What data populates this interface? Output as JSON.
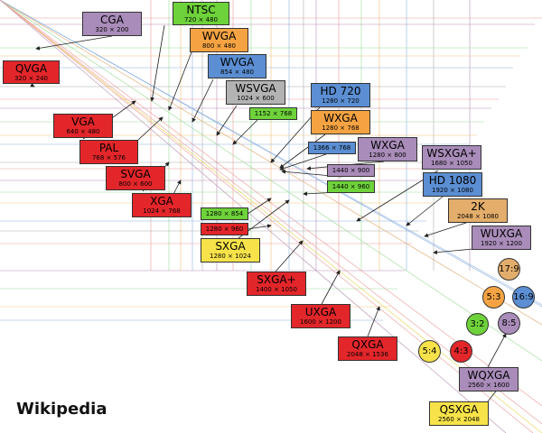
{
  "brand": "Wikipedia",
  "resolutions": [
    {
      "id": "cga",
      "name": "CGA",
      "res": "320 × 200",
      "color": "purple"
    },
    {
      "id": "qvga",
      "name": "QVGA",
      "res": "320 × 240",
      "color": "red"
    },
    {
      "id": "ntsc",
      "name": "NTSC",
      "res": "720 × 480",
      "color": "green"
    },
    {
      "id": "wvga-800",
      "name": "WVGA",
      "res": "800 × 480",
      "color": "orange"
    },
    {
      "id": "wvga-854",
      "name": "WVGA",
      "res": "854 × 480",
      "color": "blue"
    },
    {
      "id": "wsvga",
      "name": "WSVGA",
      "res": "1024 × 600",
      "color": "gray"
    },
    {
      "id": "hd720",
      "name": "HD 720",
      "res": "1280 × 720",
      "color": "blue"
    },
    {
      "id": "r1152x768",
      "name": "1152 × 768",
      "res": "",
      "color": "green"
    },
    {
      "id": "wxga-1280x768",
      "name": "WXGA",
      "res": "1280 × 768",
      "color": "orange"
    },
    {
      "id": "vga",
      "name": "VGA",
      "res": "640 × 480",
      "color": "red"
    },
    {
      "id": "r1366x768",
      "name": "1366 × 768",
      "res": "",
      "color": "blue"
    },
    {
      "id": "wxga-1280x800",
      "name": "WXGA",
      "res": "1280 × 800",
      "color": "purple"
    },
    {
      "id": "pal",
      "name": "PAL",
      "res": "768 × 576",
      "color": "red"
    },
    {
      "id": "wsxga-plus",
      "name": "WSXGA+",
      "res": "1680 × 1050",
      "color": "purple"
    },
    {
      "id": "r1440x900",
      "name": "1440 × 900",
      "res": "",
      "color": "purple"
    },
    {
      "id": "svga",
      "name": "SVGA",
      "res": "800 × 600",
      "color": "red"
    },
    {
      "id": "r1440x960",
      "name": "1440 × 960",
      "res": "",
      "color": "green"
    },
    {
      "id": "hd1080",
      "name": "HD 1080",
      "res": "1920 × 1080",
      "color": "blue"
    },
    {
      "id": "xga",
      "name": "XGA",
      "res": "1024 × 768",
      "color": "red"
    },
    {
      "id": "r1280x854",
      "name": "1280 × 854",
      "res": "",
      "color": "green"
    },
    {
      "id": "2k",
      "name": "2K",
      "res": "2048 × 1080",
      "color": "tan"
    },
    {
      "id": "r1280x960",
      "name": "1280 × 960",
      "res": "",
      "color": "red"
    },
    {
      "id": "wuxga",
      "name": "WUXGA",
      "res": "1920 × 1200",
      "color": "purple"
    },
    {
      "id": "sxga",
      "name": "SXGA",
      "res": "1280 × 1024",
      "color": "yellow"
    },
    {
      "id": "sxga-plus",
      "name": "SXGA+",
      "res": "1400 × 1050",
      "color": "red"
    },
    {
      "id": "uxga",
      "name": "UXGA",
      "res": "1600 × 1200",
      "color": "red"
    },
    {
      "id": "qxga",
      "name": "QXGA",
      "res": "2048 × 1536",
      "color": "red"
    },
    {
      "id": "wqxga",
      "name": "WQXGA",
      "res": "2560 × 1600",
      "color": "purple"
    },
    {
      "id": "qsxga",
      "name": "QSXGA",
      "res": "2560 × 2048",
      "color": "yellow"
    }
  ],
  "aspect_ratios": [
    {
      "id": "17-9",
      "label": "17:9",
      "color": "tan"
    },
    {
      "id": "5-3",
      "label": "5:3",
      "color": "orange"
    },
    {
      "id": "16-9",
      "label": "16:9",
      "color": "blue"
    },
    {
      "id": "3-2",
      "label": "3:2",
      "color": "green"
    },
    {
      "id": "8-5",
      "label": "8:5",
      "color": "purple"
    },
    {
      "id": "5-4",
      "label": "5:4",
      "color": "yellow"
    },
    {
      "id": "4-3",
      "label": "4:3",
      "color": "red"
    }
  ]
}
